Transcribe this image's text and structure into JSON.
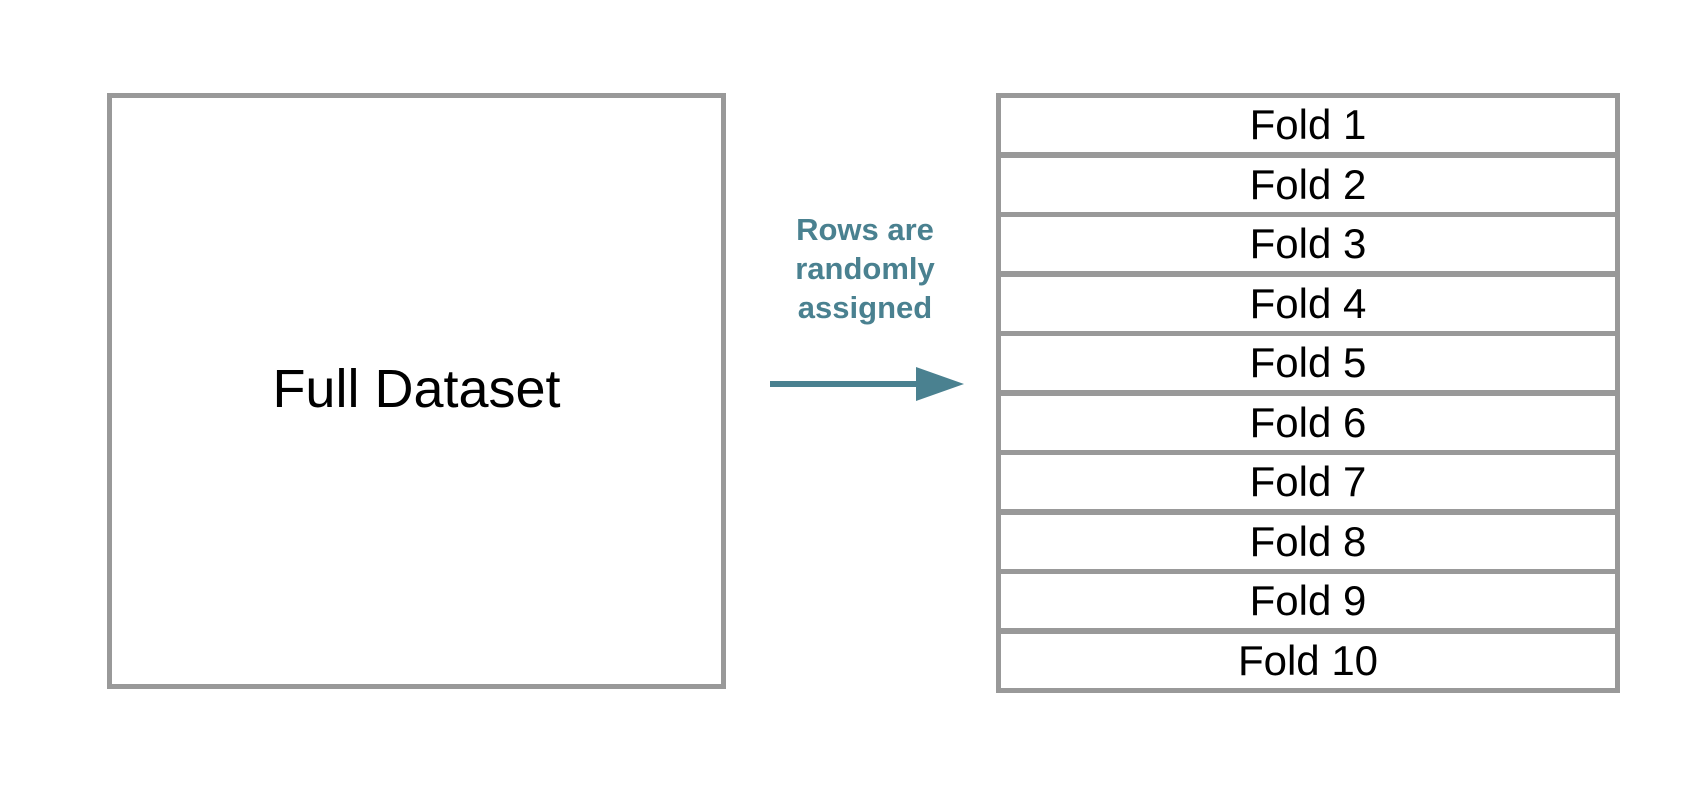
{
  "dataset": {
    "label": "Full Dataset"
  },
  "caption": {
    "lines": [
      "Rows are",
      "randomly",
      "assigned"
    ]
  },
  "folds": [
    "Fold 1",
    "Fold 2",
    "Fold 3",
    "Fold 4",
    "Fold 5",
    "Fold 6",
    "Fold 7",
    "Fold 8",
    "Fold 9",
    "Fold 10"
  ],
  "colors": {
    "border": "#999999",
    "accent": "#4a8190",
    "text": "#000000"
  }
}
